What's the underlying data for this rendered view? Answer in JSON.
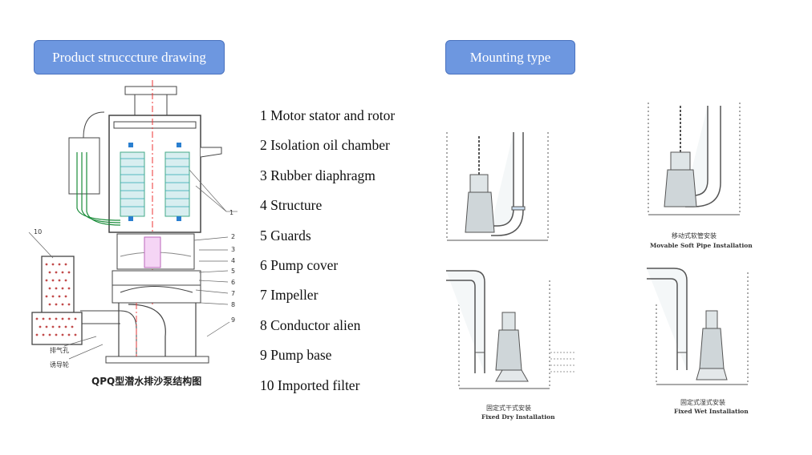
{
  "buttons": {
    "structure": "Product strucccture drawing",
    "mounting": "Mounting type"
  },
  "parts": [
    "1 Motor stator and rotor",
    "2 Isolation oil chamber",
    "3 Rubber diaphragm",
    "4 Structure",
    "5 Guards",
    "6 Pump cover",
    "7 Impeller",
    "8 Conductor alien",
    "9 Pump base",
    "10 Imported filter"
  ],
  "drawing": {
    "title": "QPQ型潜水排沙泵结构图",
    "vent_label": "排气孔",
    "guide_label": "诱导轮",
    "callouts": [
      "1",
      "2",
      "3",
      "4",
      "5",
      "6",
      "7",
      "8",
      "9",
      "10"
    ]
  },
  "mounting": {
    "movable_cn": "移动式软管安装",
    "movable_en": "Movable Soft Pipe Installation",
    "dry_cn": "固定式干式安装",
    "dry_en": "Fixed Dry Installation",
    "wet_cn": "固定式湿式安装",
    "wet_en": "Fixed Wet Installation"
  }
}
